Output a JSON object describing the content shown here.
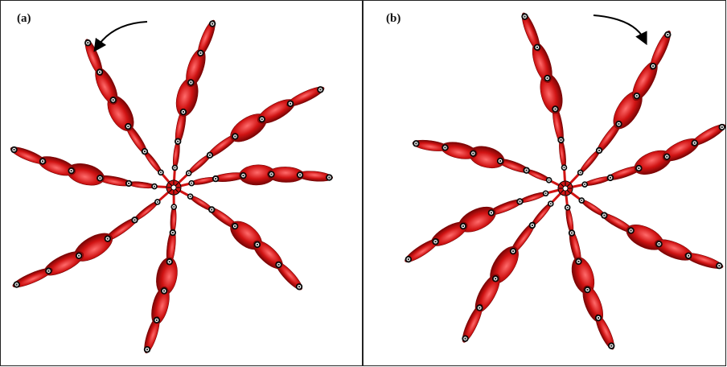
{
  "panels": [
    {
      "label": "(a)",
      "rotation": "counterclockwise"
    },
    {
      "label": "(b)",
      "rotation": "clockwise"
    }
  ],
  "colors": {
    "arm": "#d01313",
    "arm_highlight": "#ff6b6b",
    "arm_shadow": "#7a0505",
    "bead": "#1a1a1a",
    "bead_highlight": "#ffffff",
    "arrow": "#000000"
  }
}
